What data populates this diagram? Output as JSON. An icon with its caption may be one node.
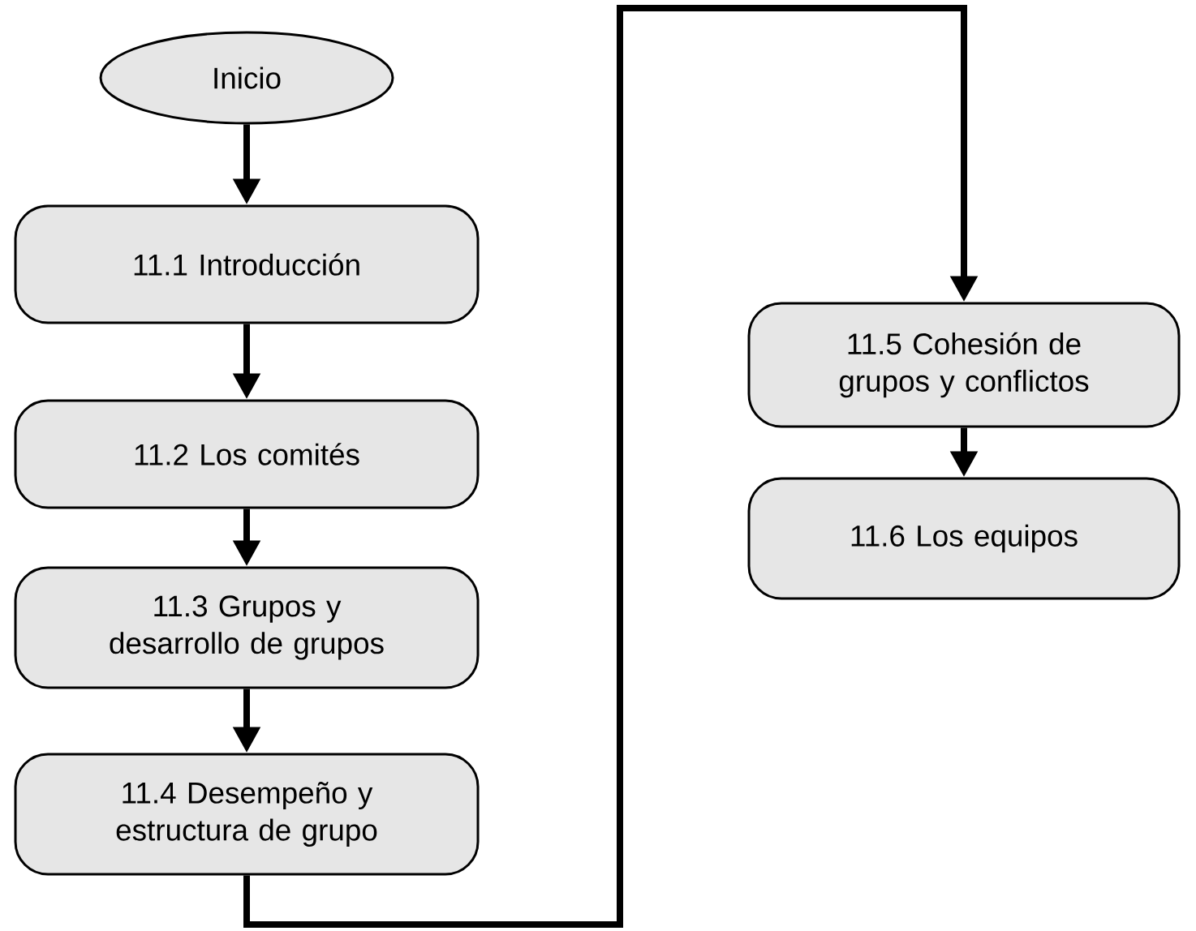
{
  "diagram": {
    "nodes": [
      {
        "text": [
          "Inicio"
        ]
      },
      {
        "text": [
          "11.1 Introducción"
        ]
      },
      {
        "text": [
          "11.2 Los comités"
        ]
      },
      {
        "text": [
          "11.3 Grupos y desarrollo de grupos"
        ]
      },
      {
        "text": [
          "11.4 Desempeño y estructura de grupo"
        ]
      },
      {
        "text": [
          "11.5 Cohesión de grupos y conflictos"
        ]
      },
      {
        "text": [
          "11.6 Los equipos"
        ]
      }
    ],
    "edges": [
      {
        "from": 0,
        "to": 1,
        "arrow": "to"
      },
      {
        "from": 1,
        "to": 2,
        "arrow": "to"
      },
      {
        "from": 2,
        "to": 3,
        "arrow": "to"
      },
      {
        "from": 3,
        "to": 4,
        "arrow": "to"
      },
      {
        "from": 4,
        "to": 5,
        "arrow": "to"
      },
      {
        "from": 5,
        "to": 6,
        "arrow": "to"
      }
    ]
  }
}
